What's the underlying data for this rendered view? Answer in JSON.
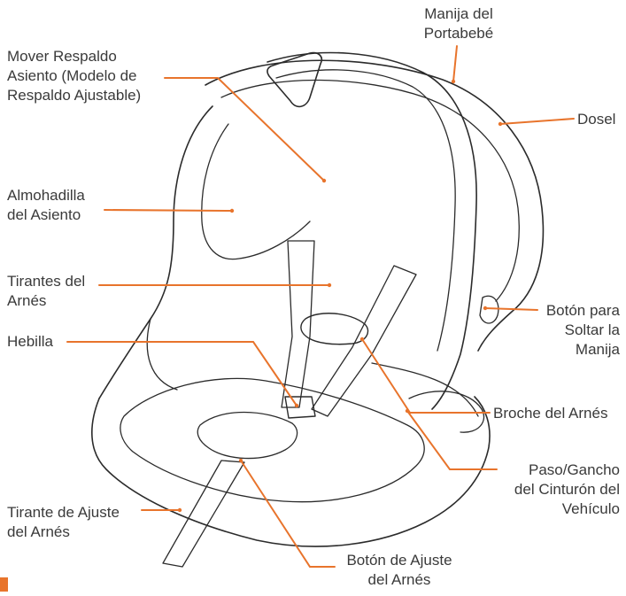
{
  "colors": {
    "leader": "#e8742c",
    "outline": "#2b2b2b",
    "text": "#3a3a3a",
    "corner_mark": "#e8742c"
  },
  "labels": {
    "handle": [
      "Manija del",
      "Portabebé"
    ],
    "backrest": [
      "Mover Respaldo",
      "Asiento (Modelo de",
      "Respaldo Ajustable)"
    ],
    "canopy": [
      "Dosel"
    ],
    "seat_pad": [
      "Almohadilla",
      "del Asiento"
    ],
    "harness_straps": [
      "Tirantes del",
      "Arnés"
    ],
    "handle_release": [
      "Botón para",
      "Soltar la",
      "Manija"
    ],
    "buckle": [
      "Hebilla"
    ],
    "chest_clip": [
      "Broche del Arnés"
    ],
    "belt_path": [
      "Paso/Gancho",
      "del Cinturón del",
      "Vehículo"
    ],
    "adjust_strap": [
      "Tirante de Ajuste",
      "del Arnés"
    ],
    "adjust_button": [
      "Botón de Ajuste",
      "del Arnés"
    ]
  }
}
